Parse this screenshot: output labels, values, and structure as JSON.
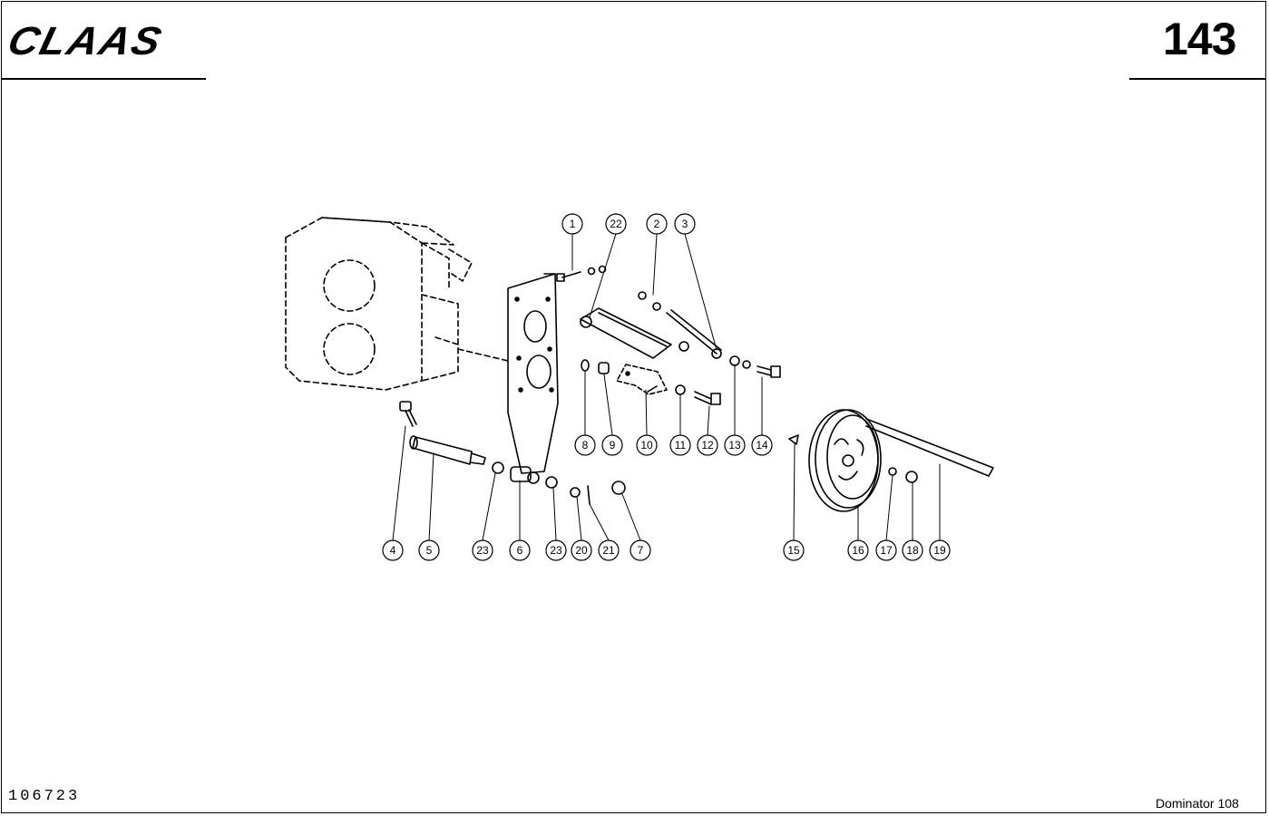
{
  "header": {
    "logo_text": "CLAAS",
    "page_number": "143"
  },
  "footer": {
    "drawing_number": "106723",
    "model": "Dominator 108"
  },
  "callouts": [
    "1",
    "22",
    "2",
    "3",
    "8",
    "9",
    "10",
    "11",
    "12",
    "13",
    "14",
    "4",
    "5",
    "23",
    "6",
    "23",
    "20",
    "21",
    "7",
    "15",
    "16",
    "17",
    "18",
    "19"
  ]
}
